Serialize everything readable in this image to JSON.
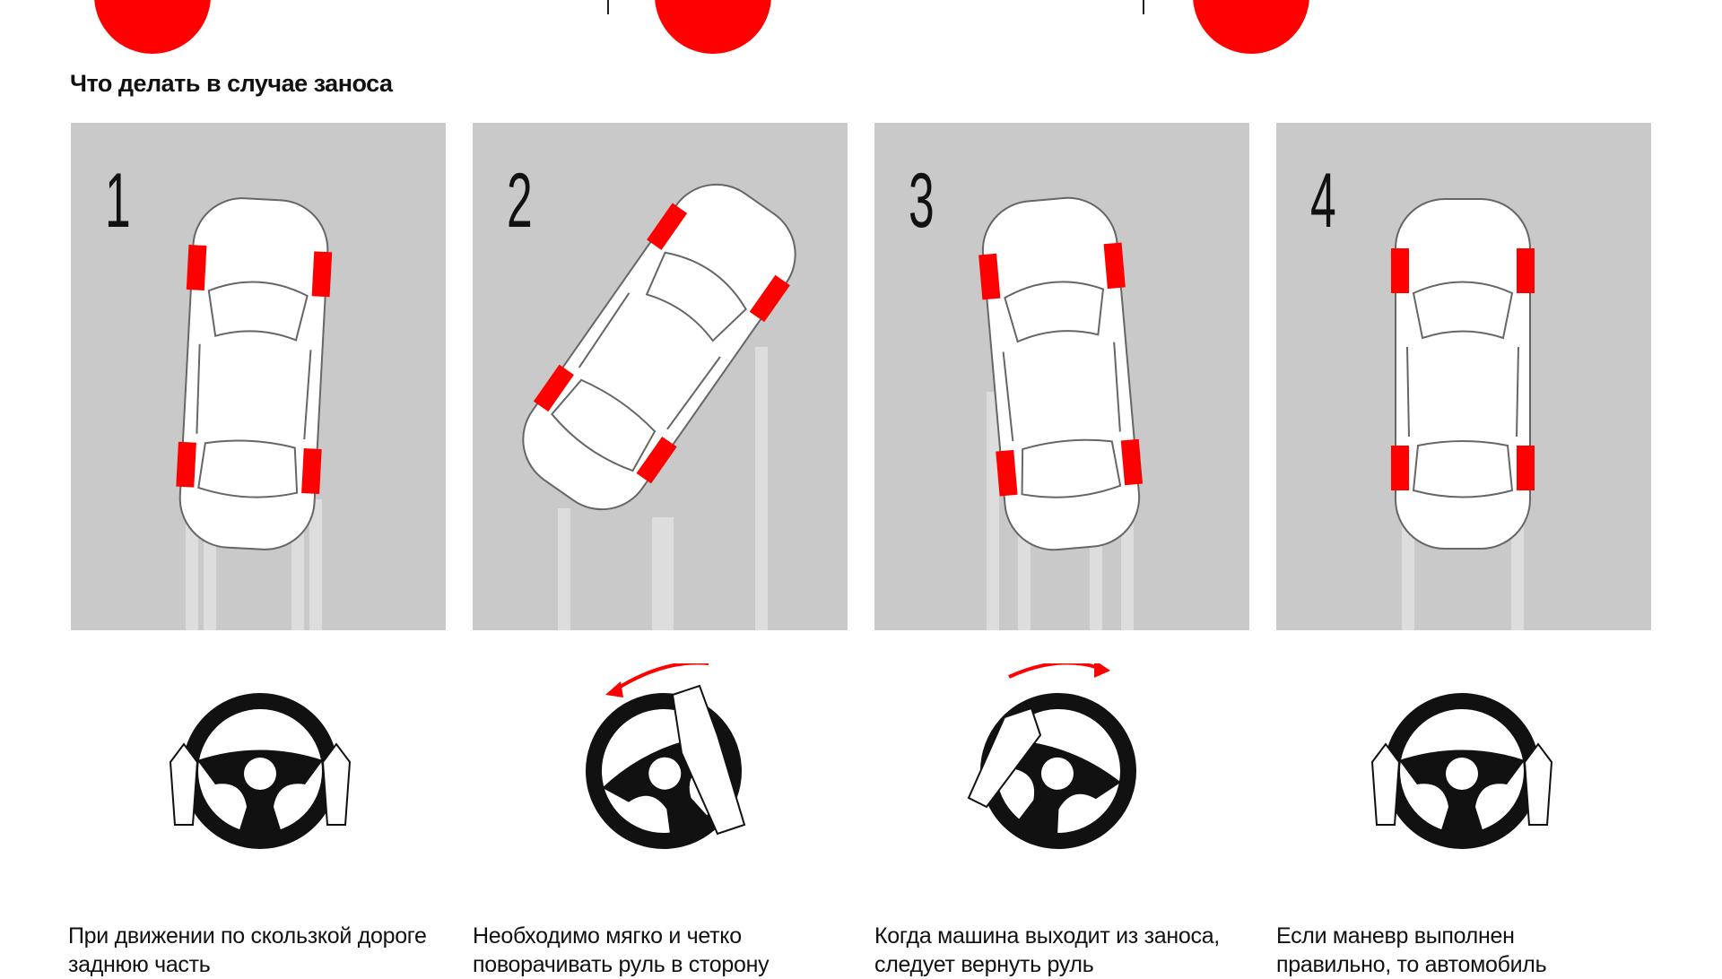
{
  "title": "Что делать в случае заноса",
  "steps": [
    {
      "number": "1",
      "text": "При движении по скользкой дороге заднюю часть"
    },
    {
      "number": "2",
      "text": "Необходимо мягко и четко поворачивать руль в сторону"
    },
    {
      "number": "3",
      "text": "Когда машина выходит из заноса, следует вернуть руль"
    },
    {
      "number": "4",
      "text": "Если маневр выполнен правильно, то автомобиль"
    }
  ],
  "colors": {
    "accent": "#ff0000",
    "panel": "#c9c9c9"
  }
}
